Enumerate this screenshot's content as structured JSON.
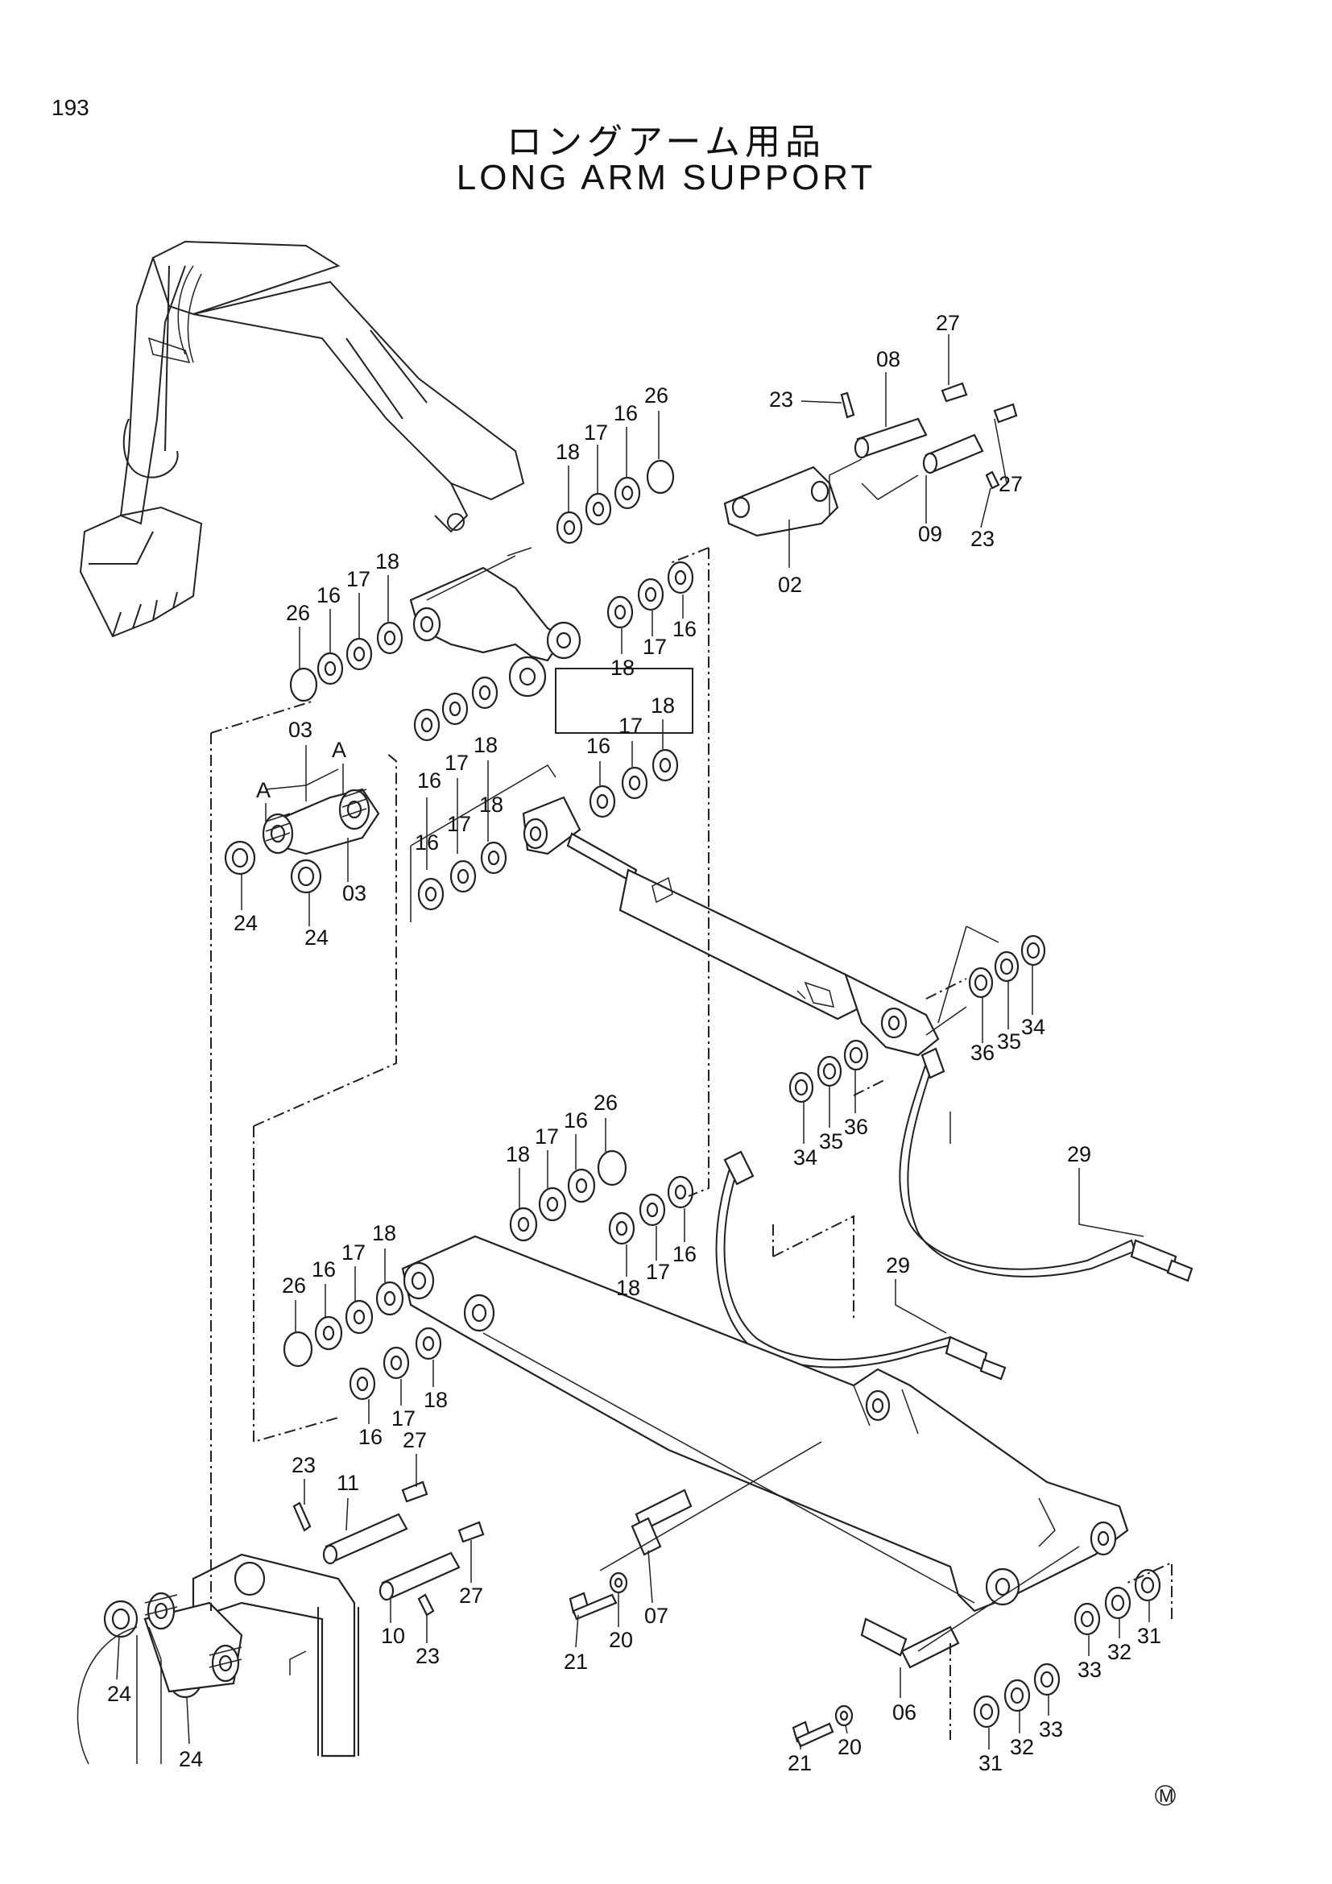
{
  "page_number": "193",
  "title_jp": "ロングアーム用品",
  "title_en": "LONG ARM SUPPORT",
  "logo_mark": "M",
  "callouts": [
    {
      "id": "c1",
      "text": "27"
    },
    {
      "id": "c2",
      "text": "08"
    },
    {
      "id": "c3",
      "text": "23"
    },
    {
      "id": "c4",
      "text": "26"
    },
    {
      "id": "c5",
      "text": "16"
    },
    {
      "id": "c6",
      "text": "17"
    },
    {
      "id": "c7",
      "text": "18"
    },
    {
      "id": "c8",
      "text": "27"
    },
    {
      "id": "c9",
      "text": "09"
    },
    {
      "id": "c10",
      "text": "23"
    },
    {
      "id": "c11",
      "text": "02"
    },
    {
      "id": "c12",
      "text": "26"
    },
    {
      "id": "c13",
      "text": "16"
    },
    {
      "id": "c14",
      "text": "17"
    },
    {
      "id": "c15",
      "text": "18"
    },
    {
      "id": "c16",
      "text": "16"
    },
    {
      "id": "c17",
      "text": "17"
    },
    {
      "id": "c18",
      "text": "18"
    },
    {
      "id": "c19",
      "text": "03"
    },
    {
      "id": "c20",
      "text": "A"
    },
    {
      "id": "c21",
      "text": "A"
    },
    {
      "id": "c22",
      "text": "16"
    },
    {
      "id": "c23",
      "text": "17"
    },
    {
      "id": "c24",
      "text": "18"
    },
    {
      "id": "c25",
      "text": "16"
    },
    {
      "id": "c26",
      "text": "17"
    },
    {
      "id": "c27",
      "text": "18"
    },
    {
      "id": "c28",
      "text": "16"
    },
    {
      "id": "c29",
      "text": "17"
    },
    {
      "id": "c30",
      "text": "18"
    },
    {
      "id": "c31",
      "text": "03"
    },
    {
      "id": "c32",
      "text": "24"
    },
    {
      "id": "c33",
      "text": "24"
    },
    {
      "id": "c34",
      "text": "36"
    },
    {
      "id": "c35",
      "text": "35"
    },
    {
      "id": "c36",
      "text": "34"
    },
    {
      "id": "c37",
      "text": "34"
    },
    {
      "id": "c38",
      "text": "35"
    },
    {
      "id": "c39",
      "text": "36"
    },
    {
      "id": "c40",
      "text": "18"
    },
    {
      "id": "c41",
      "text": "17"
    },
    {
      "id": "c42",
      "text": "16"
    },
    {
      "id": "c43",
      "text": "26"
    },
    {
      "id": "c44",
      "text": "29"
    },
    {
      "id": "c45",
      "text": "18"
    },
    {
      "id": "c46",
      "text": "17"
    },
    {
      "id": "c47",
      "text": "16"
    },
    {
      "id": "c48",
      "text": "26"
    },
    {
      "id": "c49",
      "text": "16"
    },
    {
      "id": "c50",
      "text": "17"
    },
    {
      "id": "c51",
      "text": "18"
    },
    {
      "id": "c52",
      "text": "29"
    },
    {
      "id": "c53",
      "text": "16"
    },
    {
      "id": "c54",
      "text": "17"
    },
    {
      "id": "c55",
      "text": "18"
    },
    {
      "id": "c56",
      "text": "23"
    },
    {
      "id": "c57",
      "text": "27"
    },
    {
      "id": "c58",
      "text": "11"
    },
    {
      "id": "c59",
      "text": "27"
    },
    {
      "id": "c60",
      "text": "10"
    },
    {
      "id": "c61",
      "text": "23"
    },
    {
      "id": "c62",
      "text": "21"
    },
    {
      "id": "c63",
      "text": "20"
    },
    {
      "id": "c64",
      "text": "07"
    },
    {
      "id": "c65",
      "text": "24"
    },
    {
      "id": "c66",
      "text": "24"
    },
    {
      "id": "c67",
      "text": "33"
    },
    {
      "id": "c68",
      "text": "32"
    },
    {
      "id": "c69",
      "text": "31"
    },
    {
      "id": "c70",
      "text": "21"
    },
    {
      "id": "c71",
      "text": "20"
    },
    {
      "id": "c72",
      "text": "06"
    },
    {
      "id": "c73",
      "text": "31"
    },
    {
      "id": "c74",
      "text": "32"
    },
    {
      "id": "c75",
      "text": "33"
    }
  ]
}
